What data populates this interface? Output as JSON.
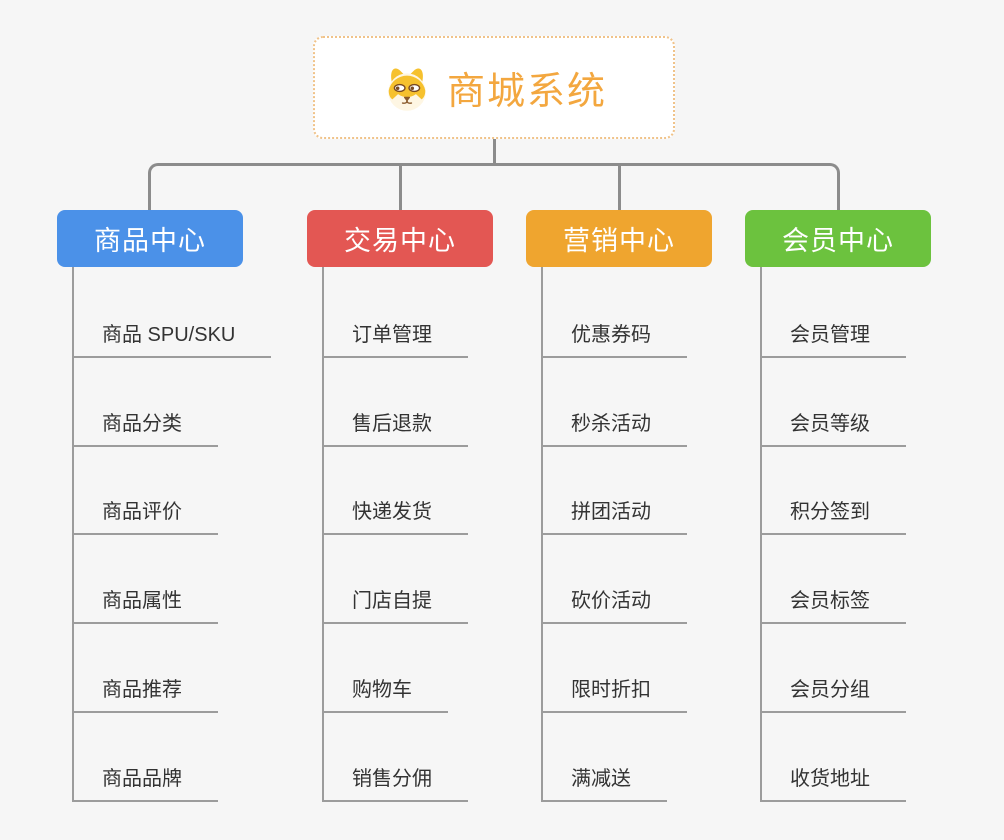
{
  "root": {
    "title": "商城系统",
    "icon": "dog-face-icon"
  },
  "branches": [
    {
      "id": "product-center",
      "label": "商品中心",
      "color": "#4B91E8",
      "children": [
        "商品 SPU/SKU",
        "商品分类",
        "商品评价",
        "商品属性",
        "商品推荐",
        "商品品牌"
      ]
    },
    {
      "id": "trade-center",
      "label": "交易中心",
      "color": "#E35753",
      "children": [
        "订单管理",
        "售后退款",
        "快递发货",
        "门店自提",
        "购物车",
        "销售分佣"
      ]
    },
    {
      "id": "marketing-center",
      "label": "营销中心",
      "color": "#EFA52F",
      "children": [
        "优惠券码",
        "秒杀活动",
        "拼团活动",
        "砍价活动",
        "限时折扣",
        "满减送"
      ]
    },
    {
      "id": "member-center",
      "label": "会员中心",
      "color": "#6CC23E",
      "children": [
        "会员管理",
        "会员等级",
        "积分签到",
        "会员标签",
        "会员分组",
        "收货地址"
      ]
    }
  ],
  "colors": {
    "background": "#F6F6F6",
    "root_text": "#F3A73F",
    "root_border": "#F0C38A",
    "connector": "#8C8C8C",
    "leaf_line": "#9C9C9C",
    "leaf_text": "#333333",
    "branch_text": "#FFFFFF"
  }
}
